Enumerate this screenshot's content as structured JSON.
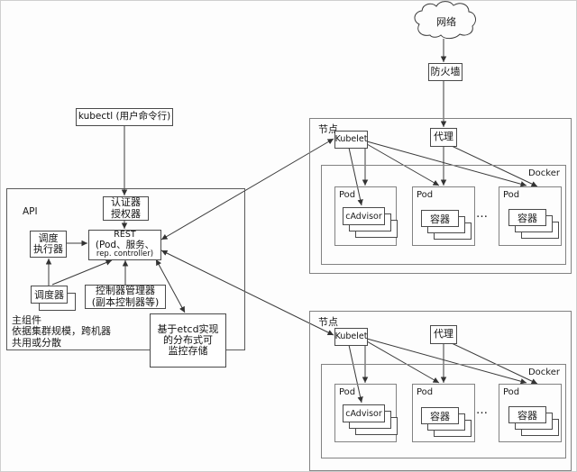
{
  "network": {
    "cloud_label": "网络",
    "firewall_label": "防火墙"
  },
  "kubectl_label": "kubectl (用户命令行)",
  "api": {
    "label": "API",
    "auth_box": {
      "line1": "认证器",
      "line2": "授权器"
    },
    "rest_box": {
      "line1": "REST",
      "line2": "(Pod、服务、",
      "line3": "rep. controller)"
    },
    "sched_exec_box": {
      "line1": "调度",
      "line2": "执行器"
    },
    "scheduler_box": {
      "label": "调度器"
    },
    "controller_box": {
      "line1": "控制器管理器",
      "line2": "(副本控制器等)"
    },
    "etcd_box": {
      "line1": "基于etcd实现",
      "line2": "的分布式可",
      "line3": "监控存储"
    },
    "note": {
      "line1": "主组件",
      "line2": "依据集群规模，跨机器",
      "line3": "共用或分散"
    }
  },
  "nodes": [
    {
      "label": "节点",
      "kubelet": "Kubelet",
      "proxy": "代理",
      "docker": "Docker",
      "ellipsis": "…",
      "pods": [
        {
          "label": "Pod",
          "inner": "cAdvisor"
        },
        {
          "label": "Pod",
          "inner": "容器"
        },
        {
          "label": "Pod",
          "inner": "容器"
        }
      ]
    },
    {
      "label": "节点",
      "kubelet": "Kubelet",
      "proxy": "代理",
      "docker": "Docker",
      "ellipsis": "…",
      "pods": [
        {
          "label": "Pod",
          "inner": "cAdvisor"
        },
        {
          "label": "Pod",
          "inner": "容器"
        },
        {
          "label": "Pod",
          "inner": "容器"
        }
      ]
    }
  ],
  "colors": {
    "line": "#3a3a3a",
    "box_border": "#4a4a4a",
    "frame_border": "#828282",
    "bg": "#fdfdfd"
  }
}
